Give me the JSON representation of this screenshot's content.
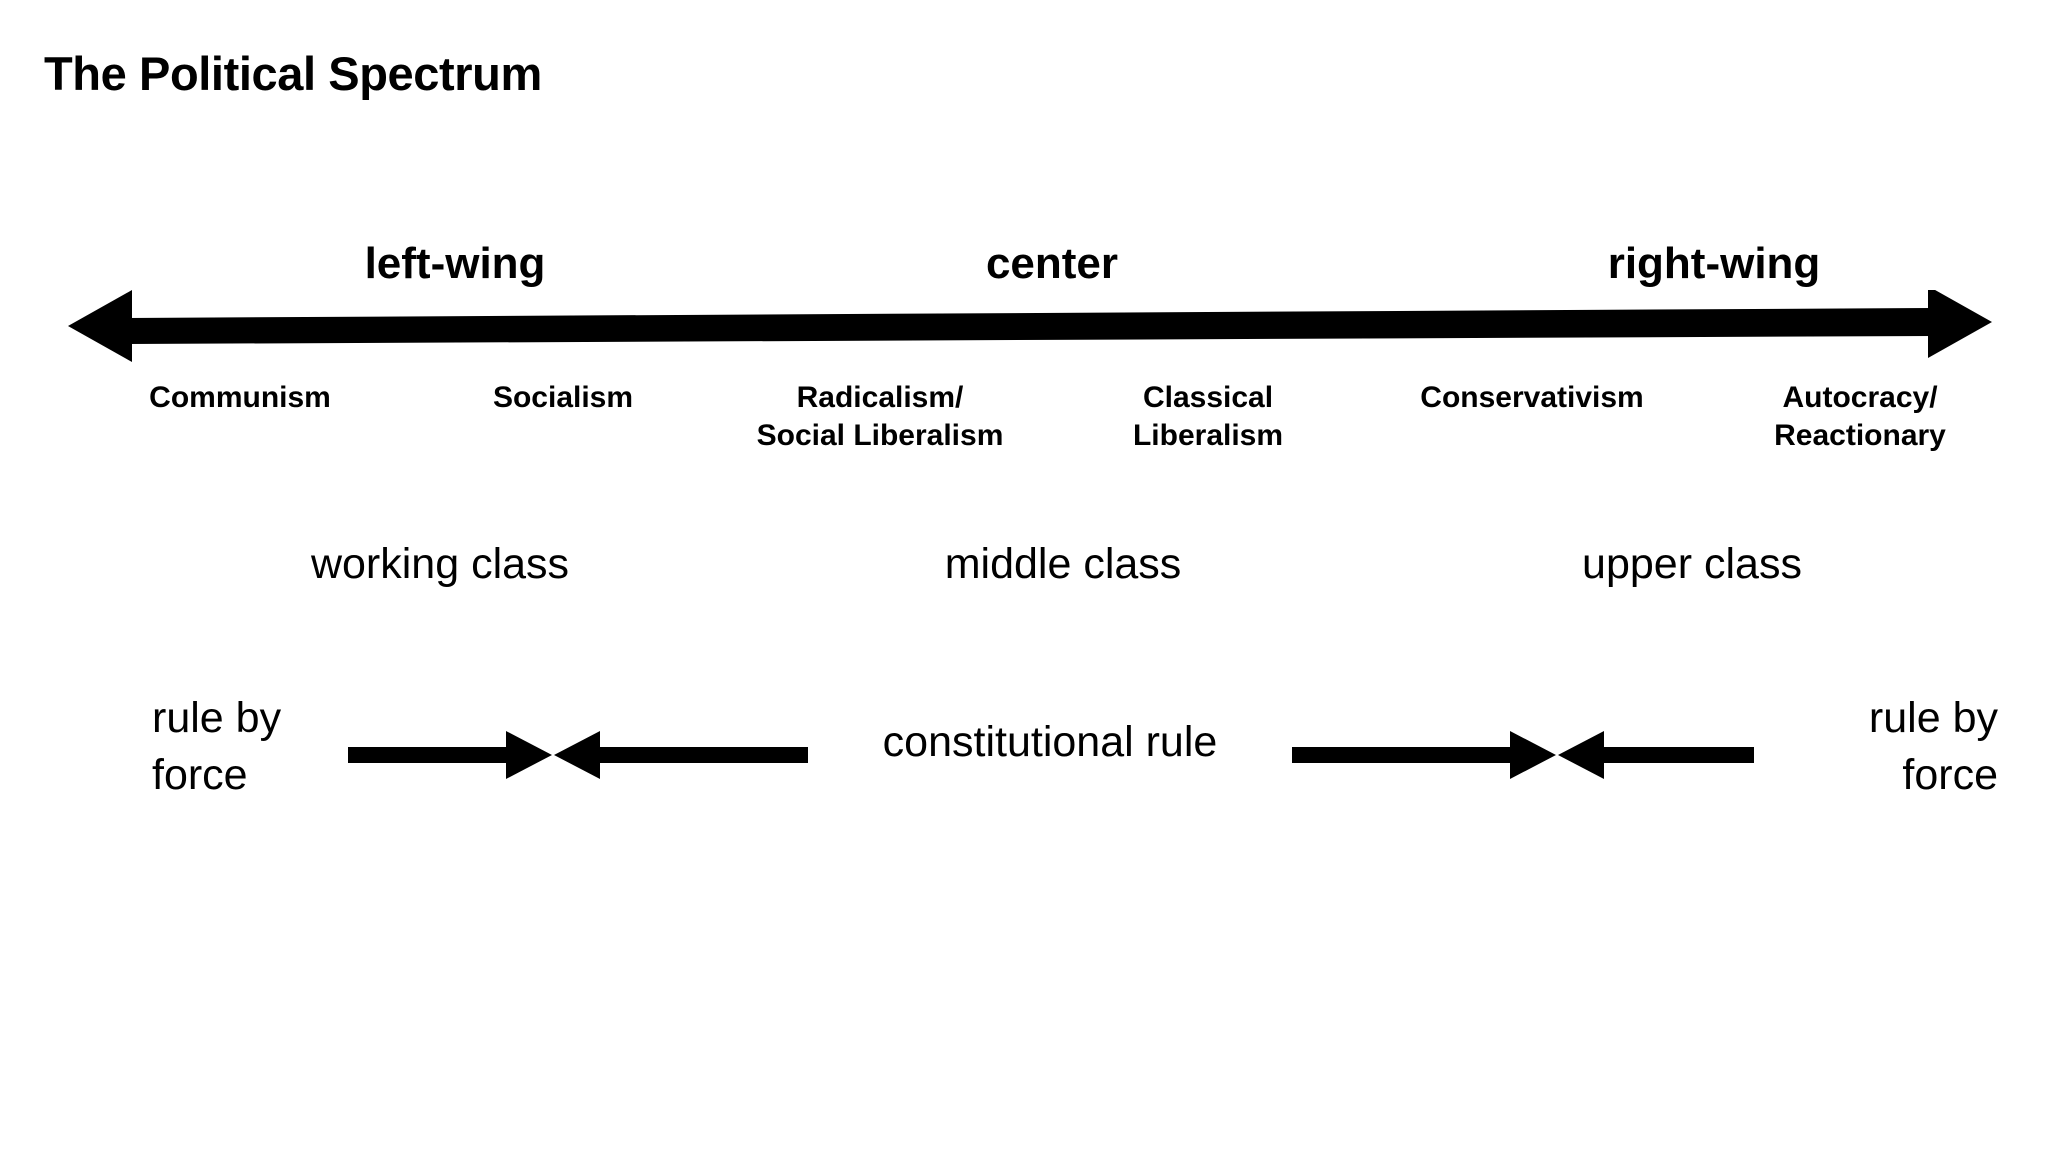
{
  "slide": {
    "title": "The Political Spectrum",
    "background_color": "#ffffff",
    "ink_color": "#000000"
  },
  "chart_data": {
    "type": "diagram",
    "title": "The Political Spectrum",
    "axis": {
      "orientation": "horizontal",
      "arrowheads": "both",
      "label_left": "left-wing",
      "label_center": "center",
      "label_right": "right-wing"
    },
    "wings": [
      {
        "label": "left-wing",
        "x_pct": 22.2
      },
      {
        "label": "center",
        "x_pct": 51.4
      },
      {
        "label": "right-wing",
        "x_pct": 83.7
      }
    ],
    "ideologies": [
      {
        "line1": "Communism",
        "line2": "",
        "x_pct": 11.7
      },
      {
        "line1": "Socialism",
        "line2": "",
        "x_pct": 27.5
      },
      {
        "line1": "Radicalism/",
        "line2": "Social Liberalism",
        "x_pct": 43.0
      },
      {
        "line1": "Classical",
        "line2": "Liberalism",
        "x_pct": 59.0
      },
      {
        "line1": "Conservativism",
        "line2": "",
        "x_pct": 74.8
      },
      {
        "line1": "Autocracy/",
        "line2": "Reactionary",
        "x_pct": 90.8
      }
    ],
    "classes": [
      {
        "label": "working class",
        "x_pct": 21.5
      },
      {
        "label": "middle class",
        "x_pct": 51.9
      },
      {
        "label": "upper class",
        "x_pct": 82.6
      }
    ],
    "rule_types": [
      {
        "line1": "rule by",
        "line2": "force",
        "position": "left"
      },
      {
        "label": "constitutional rule",
        "position": "center"
      },
      {
        "line1": "rule by",
        "line2": "force",
        "position": "right"
      }
    ],
    "converging_arrow_pairs": 2,
    "notes": "Horizontal political spectrum from left-wing to right-wing with ideology, social class, and rule-type bands."
  },
  "main_axis": {
    "left_label": "left-wing",
    "center_label": "center",
    "right_label": "right-wing"
  },
  "ideologies": {
    "communism": {
      "line1": "Communism",
      "line2": ""
    },
    "socialism": {
      "line1": "Socialism",
      "line2": ""
    },
    "radicalism": {
      "line1": "Radicalism/",
      "line2": "Social Liberalism"
    },
    "classical": {
      "line1": "Classical",
      "line2": "Liberalism"
    },
    "conservativism": {
      "line1": "Conservativism",
      "line2": ""
    },
    "autocracy": {
      "line1": "Autocracy/",
      "line2": "Reactionary"
    }
  },
  "classes": {
    "working": "working class",
    "middle": "middle class",
    "upper": "upper class"
  },
  "rule": {
    "left_line1": "rule by",
    "left_line2": "force",
    "center": "constitutional rule",
    "right_line1": "rule by",
    "right_line2": "force"
  }
}
